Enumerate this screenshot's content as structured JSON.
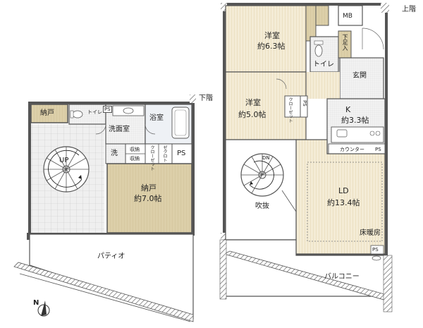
{
  "floor_labels": {
    "lower": "下階",
    "upper": "上階"
  },
  "lower": {
    "storage_small": "納戸",
    "toilet": "トイレ",
    "ps_top": "PS",
    "washroom": "洗面室",
    "bath": "浴室",
    "washer": "洗",
    "storage_a": "収納",
    "storage_b": "収納",
    "closet": "クローゼット",
    "closet2": "ゼクロト",
    "ps": "PS",
    "stair_up": "UP",
    "storage_large": "納戸",
    "storage_large_size": "約7.0帖",
    "patio": "パティオ"
  },
  "upper": {
    "mb": "MB",
    "western1": "洋室",
    "western1_size": "約6.3帖",
    "shoe_storage": "下足入",
    "toilet": "トイレ",
    "entrance": "玄関",
    "western2": "洋室",
    "western2_size": "約5.0帖",
    "closet": "クローゼット",
    "ps_side": "PS",
    "kitchen": "K",
    "kitchen_size": "約3.3帖",
    "counter": "カウンター",
    "ps_counter": "PS",
    "stair_dn": "DN",
    "void": "吹抜",
    "ld": "LD",
    "ld_size": "約13.4帖",
    "floor_heating": "床暖房",
    "ps_balcony": "PS",
    "balcony": "バルコニー"
  },
  "compass": "N",
  "colors": {
    "wall": "#555555",
    "floor_wood": "#f4ecd6",
    "floor_wood_line": "#e6d9b6",
    "storage_tan": "#d9cca6",
    "tile": "#e9e9e9",
    "wet_blue": "#e4eaf2",
    "outdoor": "#ffffff"
  }
}
